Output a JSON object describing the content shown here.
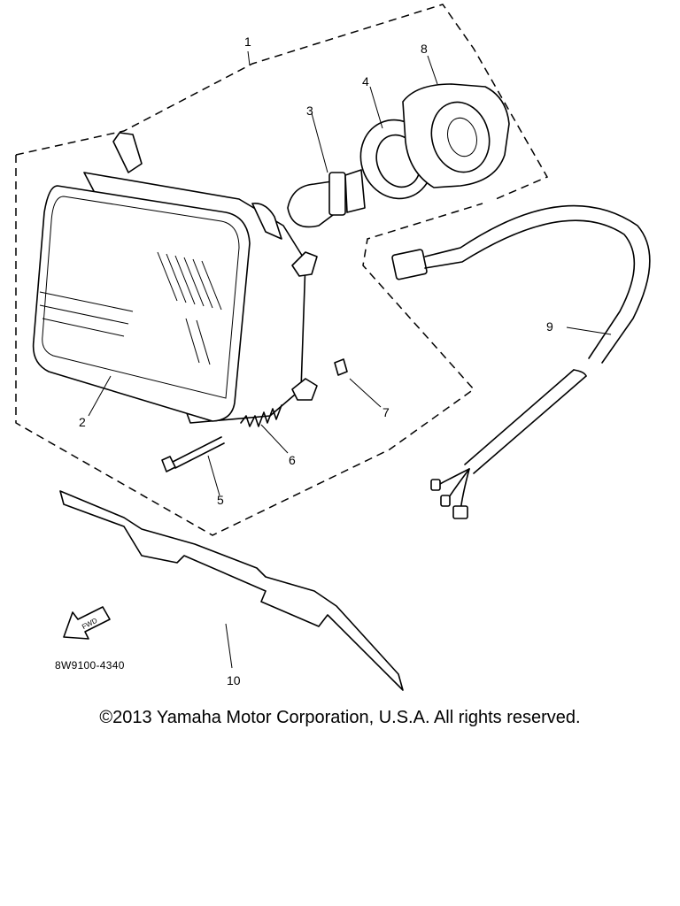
{
  "callouts": {
    "c1": "1",
    "c2": "2",
    "c3": "3",
    "c4": "4",
    "c5": "5",
    "c6": "6",
    "c7": "7",
    "c8": "8",
    "c9": "9",
    "c10": "10"
  },
  "drawing_number": "8W9100-4340",
  "find_label": "FWD",
  "copyright": "©2013 Yamaha Motor Corporation, U.S.A. All rights reserved.",
  "colors": {
    "ink": "#000000",
    "background": "#ffffff"
  }
}
